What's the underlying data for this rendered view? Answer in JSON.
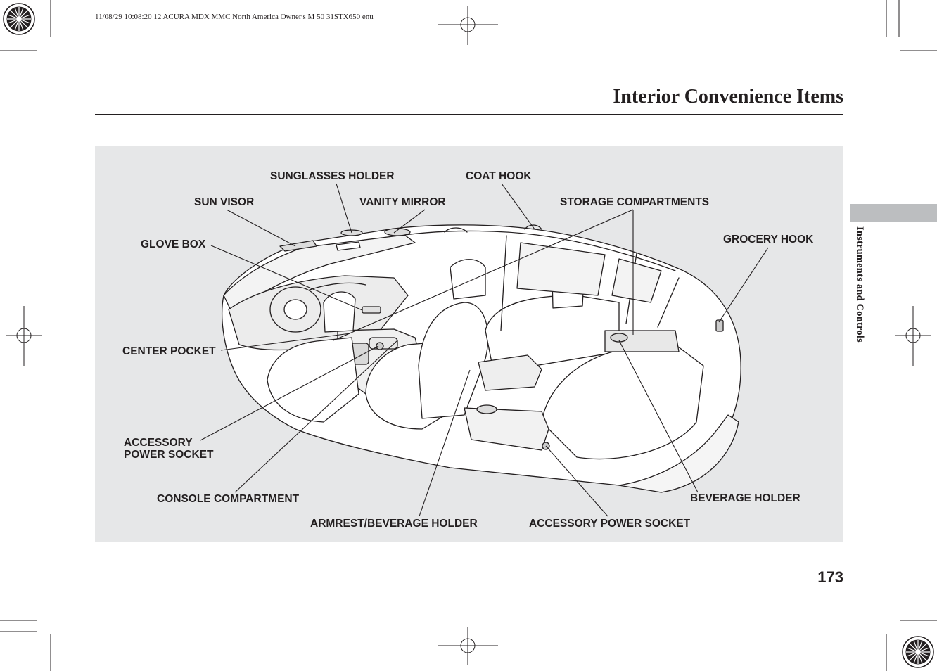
{
  "print_header": "11/08/29 10:08:20   12 ACURA MDX MMC North America Owner's M 50 31STX650 enu",
  "page": {
    "title": "Interior Convenience Items",
    "section_tab": "Instruments and Controls",
    "number": "173"
  },
  "diagram": {
    "labels": {
      "sunglasses_holder": "SUNGLASSES HOLDER",
      "coat_hook": "COAT HOOK",
      "sun_visor": "SUN VISOR",
      "vanity_mirror": "VANITY MIRROR",
      "storage_compartments": "STORAGE COMPARTMENTS",
      "glove_box": "GLOVE BOX",
      "grocery_hook": "GROCERY HOOK",
      "center_pocket": "CENTER POCKET",
      "accessory_power_socket_front_line1": "ACCESSORY",
      "accessory_power_socket_front_line2": "POWER SOCKET",
      "console_compartment": "CONSOLE COMPARTMENT",
      "armrest_beverage_holder": "ARMREST/BEVERAGE HOLDER",
      "accessory_power_socket_rear": "ACCESSORY POWER SOCKET",
      "beverage_holder": "BEVERAGE HOLDER"
    }
  }
}
